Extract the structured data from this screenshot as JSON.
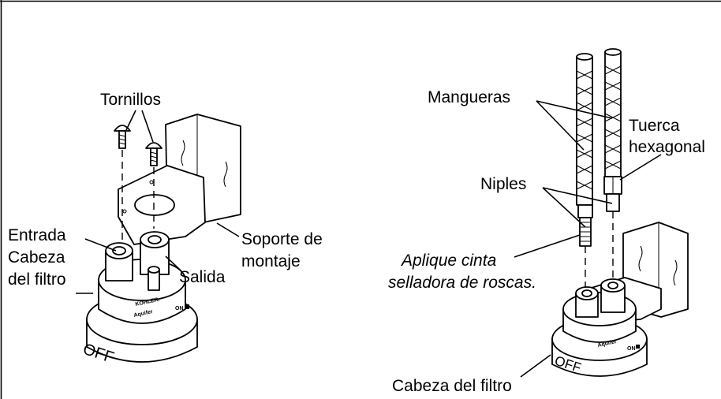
{
  "left": {
    "tornillos": "Tornillos",
    "entrada": "Entrada",
    "cabeza": "Cabeza",
    "del_filtro": "del filtro",
    "salida": "Salida",
    "soporte_1": "Soporte de",
    "soporte_2": "montaje",
    "off_text": "OFF",
    "brand": "KOHLER.",
    "product": "Aquifer",
    "on_text": "ON"
  },
  "right": {
    "mangueras": "Mangueras",
    "tuerca_1": "Tuerca",
    "tuerca_2": "hexagonal",
    "niples": "Niples",
    "aplique_1": "Aplique cinta",
    "aplique_2": "selladora de roscas.",
    "cabeza_filtro": "Cabeza del filtro",
    "off_text": "OFF",
    "product": "Aquifer",
    "on_text": "ON"
  }
}
